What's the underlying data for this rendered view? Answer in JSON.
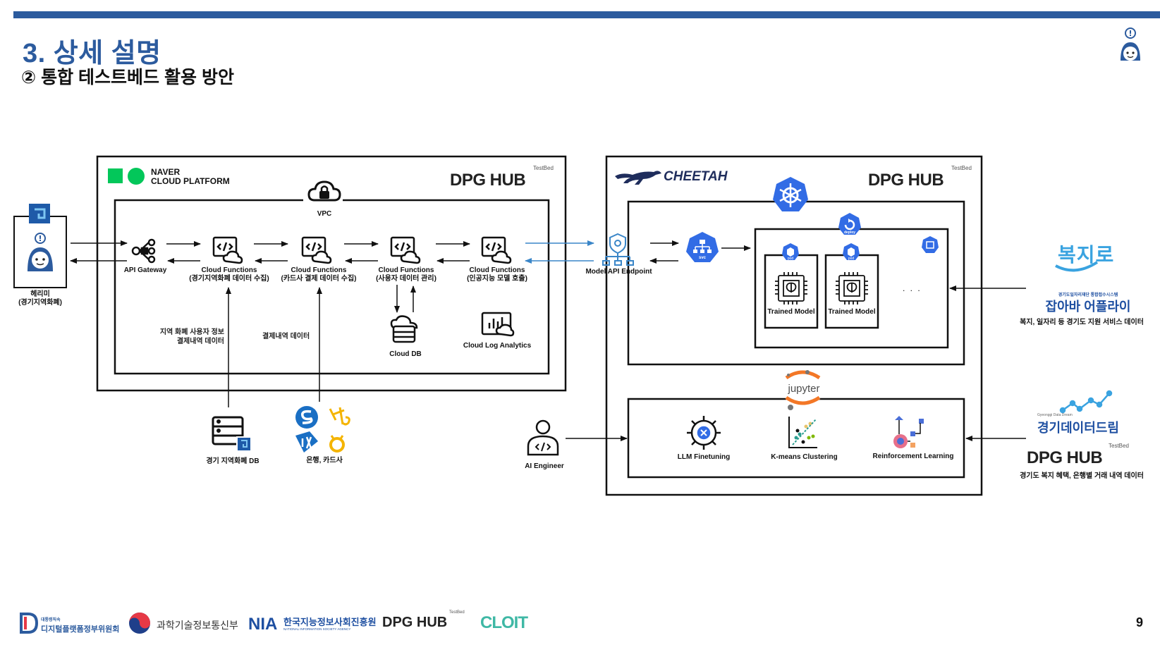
{
  "header": {
    "title": "3. 상세 설명",
    "subtitle": "② 통합 테스트베드 활용 방안"
  },
  "left_platform": {
    "brand_line1": "NAVER",
    "brand_line2": "CLOUD PLATFORM",
    "hub_logo": "DPG HUB",
    "hub_tag": "TestBed",
    "vpc": "VPC",
    "api_gateway": "API Gateway",
    "functions": [
      {
        "title": "Cloud Functions",
        "desc": "(경기지역화폐 데이터 수집)"
      },
      {
        "title": "Cloud Functions",
        "desc": "(카드사 결제 데이터 수집)"
      },
      {
        "title": "Cloud Functions",
        "desc": "(사용자 데이터 관리)"
      },
      {
        "title": "Cloud Functions",
        "desc": "(인공지능 모델 호출)"
      }
    ],
    "cloud_db": "Cloud DB",
    "cloud_log": "Cloud Log Analytics",
    "note_user_data_1": "지역 화폐 사용자 정보",
    "note_user_data_2": "결제내역 데이터",
    "note_payment": "결제내역 데이터"
  },
  "left_user": {
    "name": "헤리미",
    "desc": "(경기지역화폐)"
  },
  "bottom_sources": {
    "db_label": "경기 지역화폐 DB",
    "banks_label": "은행, 카드사"
  },
  "right_platform": {
    "brand": "CHEETAH",
    "hub_logo": "DPG HUB",
    "hub_tag": "TestBed",
    "model_endpoint": "Model API Endpoint",
    "svc": "svc",
    "deploy": "deploy",
    "pod": "pod",
    "trained_models": [
      "Trained Model",
      "Trained Model"
    ],
    "ellipsis": ". . .",
    "jupyter": "jupyter",
    "tools": [
      "LLM Finetuning",
      "K-means Clustering",
      "Reinforcement Learning"
    ]
  },
  "ai_engineer": "AI Engineer",
  "right_sources": {
    "bokjiro": "복지로",
    "japaba_small": "경기도일자리재단 통합접수시스템",
    "japaba": "잡아바 어플라이",
    "source1_desc": "복지, 일자리 등 경기도 지원 서비스 데이터",
    "datadream": "경기데이터드림",
    "datadream_small": "Gyeonggi Data Dream",
    "hub_logo": "DPG HUB",
    "hub_tag": "TestBed",
    "source2_desc": "경기도 복지 혜택, 은행별 거래 내역 데이터"
  },
  "footer": {
    "logo1_small": "대통령직속",
    "logo1": "디지털플랫폼정부위원회",
    "logo2": "과학기술정보통신부",
    "logo3_big": "NIA",
    "logo3": "한국지능정보사회진흥원",
    "logo3_small": "NATIONAL INFORMATION SOCIETY AGENCY",
    "logo4": "DPG HUB",
    "logo4_tag": "TestBed",
    "logo5": "CLOIT",
    "page": "9"
  },
  "colors": {
    "accent": "#2c5b9e",
    "k8s_blue": "#326ce5",
    "arrow_blue": "#3a86c8"
  }
}
